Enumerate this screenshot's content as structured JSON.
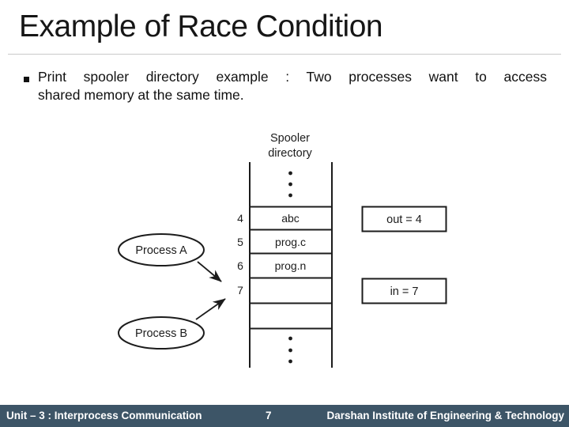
{
  "slide": {
    "title": "Example of Race Condition",
    "bullet_line1": "Print spooler directory example : Two processes want to access",
    "bullet_line2": "shared memory at the same time."
  },
  "diagram": {
    "spooler_line1": "Spooler",
    "spooler_line2": "directory",
    "rows": [
      {
        "num": "4",
        "label": "abc"
      },
      {
        "num": "5",
        "label": "prog.c"
      },
      {
        "num": "6",
        "label": "prog.n"
      },
      {
        "num": "7",
        "label": ""
      }
    ],
    "out_label": "out = 4",
    "in_label": "in = 7",
    "process_a": "Process A",
    "process_b": "Process B"
  },
  "footer": {
    "left": "Unit – 3 : Interprocess Communication",
    "page": "7",
    "right": "Darshan Institute of Engineering & Technology"
  },
  "colors": {
    "footer_bg": "#3d5567",
    "diagram_line": "#1c1c1c",
    "divider": "#c9c9c9",
    "text": "#111111"
  }
}
